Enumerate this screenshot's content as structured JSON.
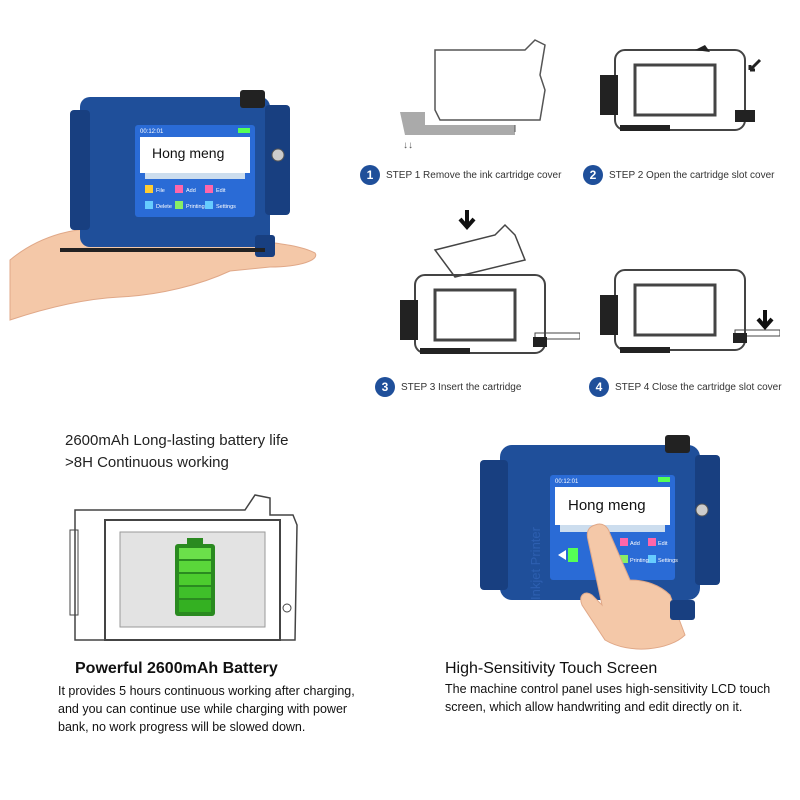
{
  "printer_screen": {
    "time": "00:12:01",
    "text": "Hong meng",
    "menu": [
      "File",
      "Add",
      "Edit",
      "Delete",
      "Printing",
      "Settings"
    ]
  },
  "printer_brand": "Inkjet Printer",
  "steps": [
    {
      "num": "1",
      "label": "STEP 1 Remove the ink cartridge cover"
    },
    {
      "num": "2",
      "label": "STEP 2 Open the cartridge slot cover"
    },
    {
      "num": "3",
      "label": "STEP 3 Insert the cartridge"
    },
    {
      "num": "4",
      "label": "STEP 4 Close the cartridge slot cover"
    }
  ],
  "battery_info": {
    "line1": "2600mAh Long-lasting battery life",
    "line2": ">8H Continuous working"
  },
  "battery_caption": {
    "title": "Powerful 2600mAh Battery",
    "body": "It provides 5 hours continuous working after charging, and you can continue use while charging with power bank, no work progress will be slowed down."
  },
  "touch_caption": {
    "title": "High-Sensitivity Touch Screen",
    "body": "The machine control panel uses high-sensitivity LCD touch screen, which allow handwriting and edit directly on it."
  },
  "colors": {
    "printer_blue": "#1f4f9a",
    "step_blue": "#1f4f9a",
    "battery_green": "#3fbf2a"
  }
}
